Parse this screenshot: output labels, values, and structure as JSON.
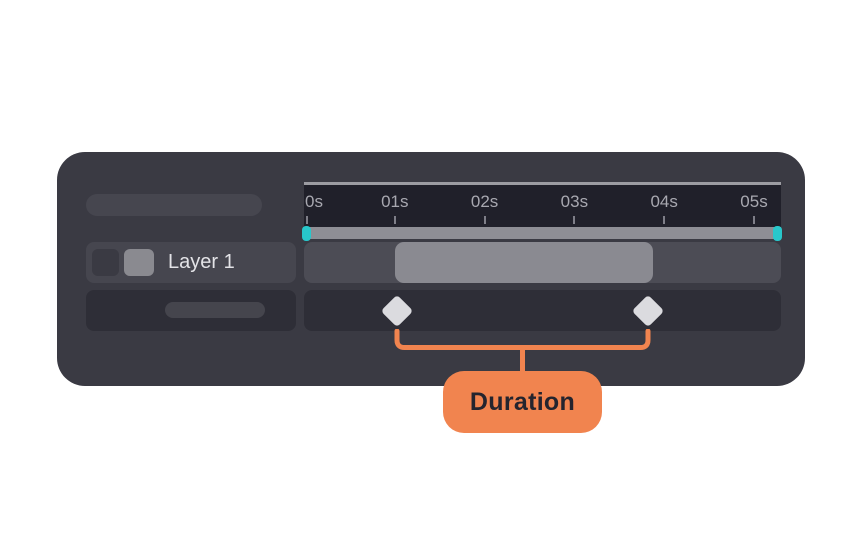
{
  "colors": {
    "accent_orange": "#F1844F",
    "handle_teal": "#28C7CB",
    "panel": "#3A3A43"
  },
  "ruler": {
    "ticks": [
      {
        "label": "0s",
        "t_s": 0
      },
      {
        "label": "01s",
        "t_s": 1
      },
      {
        "label": "02s",
        "t_s": 2
      },
      {
        "label": "03s",
        "t_s": 3
      },
      {
        "label": "04s",
        "t_s": 4
      },
      {
        "label": "05s",
        "t_s": 5
      }
    ]
  },
  "layer": {
    "name": "Layer 1"
  },
  "track": {
    "clip": {
      "start_s": 1.0,
      "end_s": 3.87
    }
  },
  "keyframes": [
    {
      "t_s": 1.03
    },
    {
      "t_s": 3.82
    }
  ],
  "annotation": {
    "label": "Duration"
  }
}
